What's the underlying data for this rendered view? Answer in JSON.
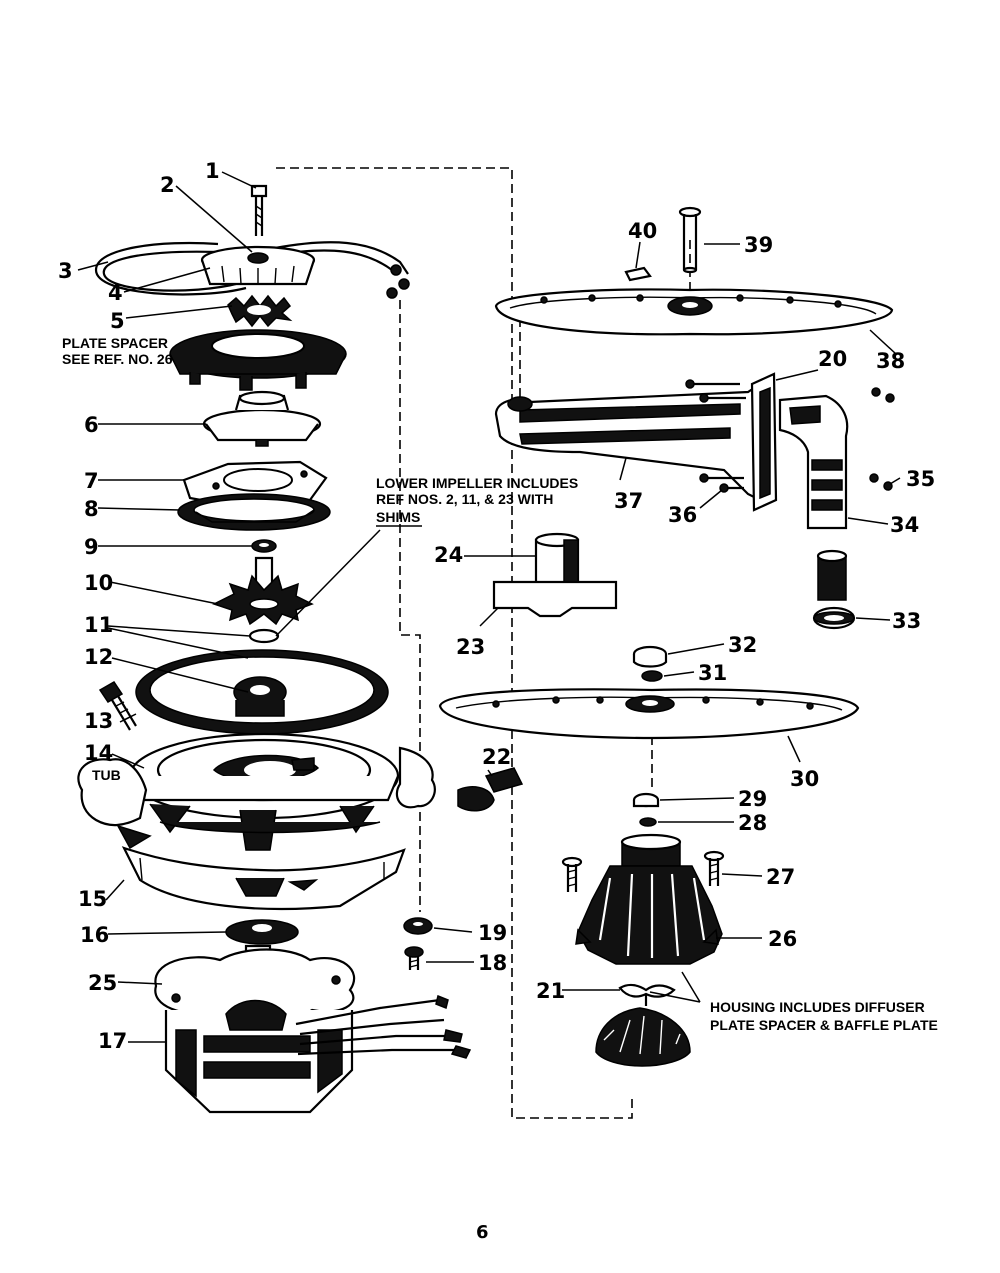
{
  "parts": [
    {
      "ref": "1"
    },
    {
      "ref": "2"
    },
    {
      "ref": "3"
    },
    {
      "ref": "4"
    },
    {
      "ref": "5"
    },
    {
      "ref": "6"
    },
    {
      "ref": "7"
    },
    {
      "ref": "8"
    },
    {
      "ref": "9"
    },
    {
      "ref": "10"
    },
    {
      "ref": "11"
    },
    {
      "ref": "12"
    },
    {
      "ref": "13"
    },
    {
      "ref": "14"
    },
    {
      "ref": "15"
    },
    {
      "ref": "16"
    },
    {
      "ref": "17"
    },
    {
      "ref": "18"
    },
    {
      "ref": "19"
    },
    {
      "ref": "20"
    },
    {
      "ref": "21"
    },
    {
      "ref": "22"
    },
    {
      "ref": "23"
    },
    {
      "ref": "24"
    },
    {
      "ref": "25"
    },
    {
      "ref": "26"
    },
    {
      "ref": "27"
    },
    {
      "ref": "28"
    },
    {
      "ref": "29"
    },
    {
      "ref": "30"
    },
    {
      "ref": "31"
    },
    {
      "ref": "32"
    },
    {
      "ref": "33"
    },
    {
      "ref": "34"
    },
    {
      "ref": "35"
    },
    {
      "ref": "36"
    },
    {
      "ref": "37"
    },
    {
      "ref": "38"
    },
    {
      "ref": "39"
    },
    {
      "ref": "40"
    }
  ],
  "notes": {
    "plate_spacer_1": "PLATE SPACER",
    "plate_spacer_2": "SEE REF. NO. 26",
    "lower_impeller_1": "LOWER IMPELLER INCLUDES",
    "lower_impeller_2": "REF NOS. 2, 11, & 23 WITH",
    "lower_impeller_3": "SHIMS",
    "tub": "TUB",
    "housing_1": "HOUSING INCLUDES DIFFUSER",
    "housing_2": "PLATE SPACER & BAFFLE PLATE"
  },
  "page_number": "6"
}
